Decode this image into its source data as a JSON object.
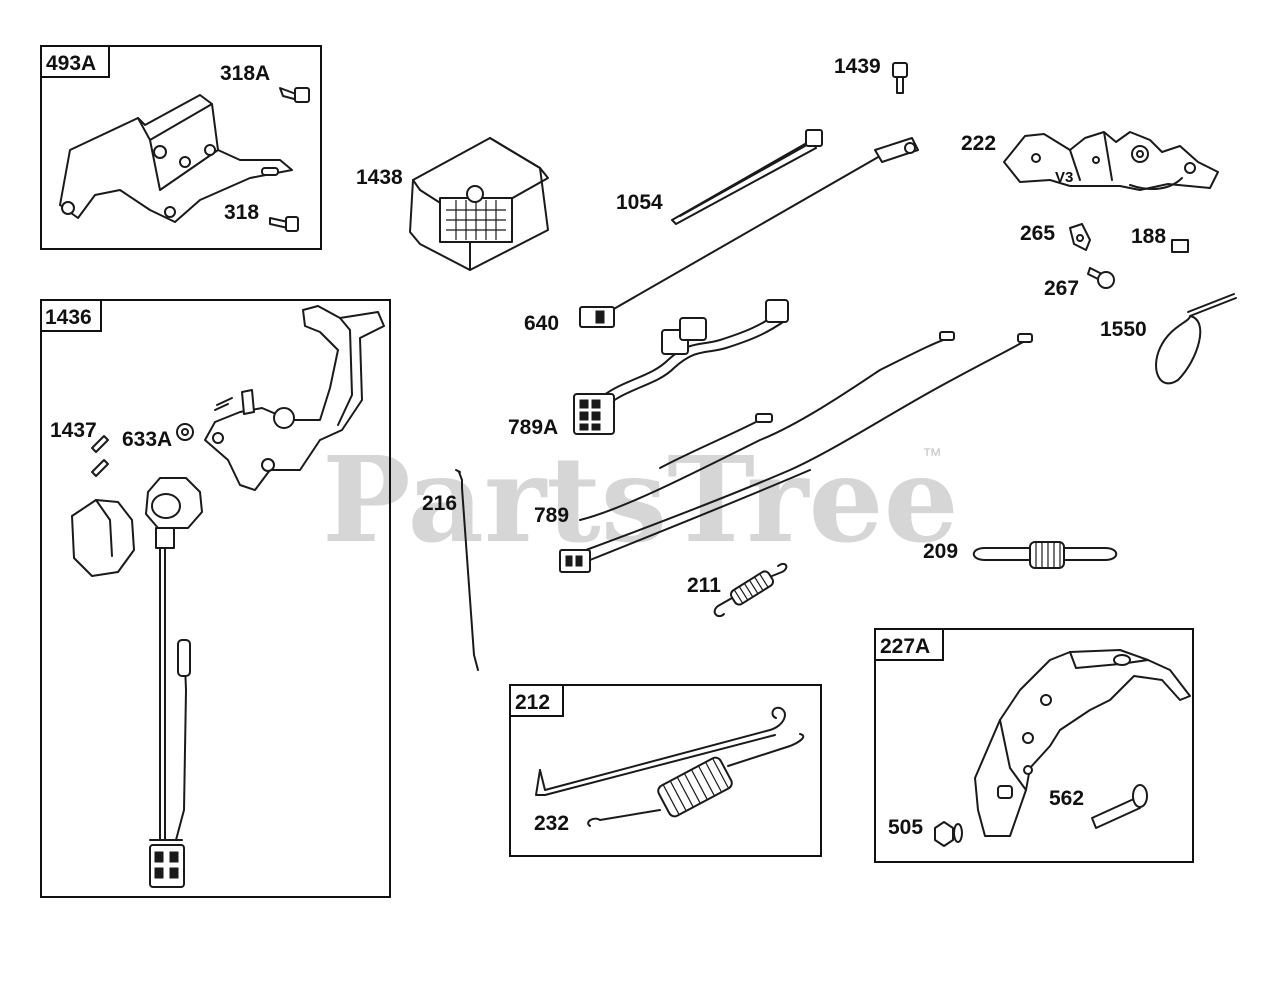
{
  "watermark": {
    "text": "PartsTree",
    "trademark": "™"
  },
  "groups": {
    "g493A": "493A",
    "g1436": "1436",
    "g212": "212",
    "g227A": "227A"
  },
  "callouts": {
    "c318A": "318A",
    "c318": "318",
    "c1438": "1438",
    "c1439": "1439",
    "c1054": "1054",
    "c222": "222",
    "c265": "265",
    "c188": "188",
    "c267": "267",
    "c640": "640",
    "c1550": "1550",
    "c789A": "789A",
    "c1437": "1437",
    "c633A": "633A",
    "c216": "216",
    "c789": "789",
    "c209": "209",
    "c211": "211",
    "c232": "232",
    "c505": "505",
    "c562": "562",
    "v3": "V3"
  }
}
